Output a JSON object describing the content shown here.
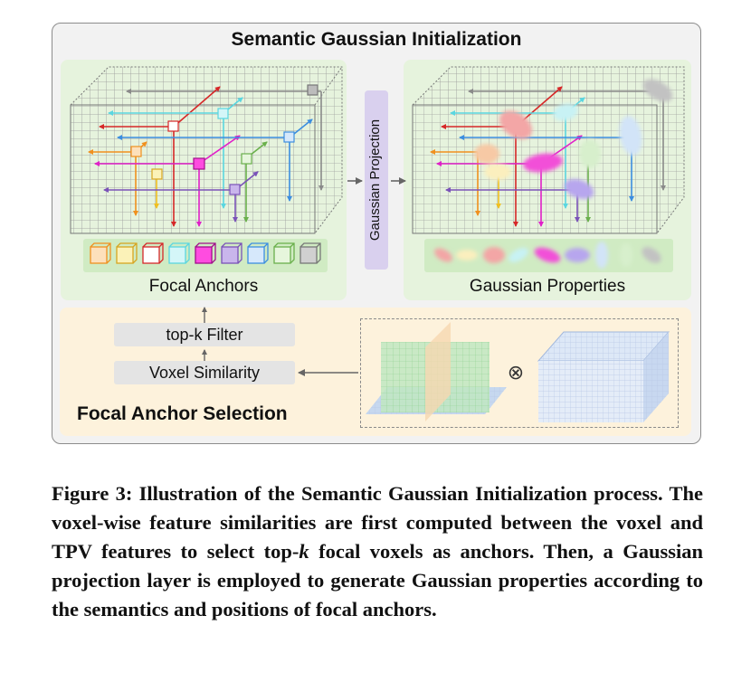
{
  "figure": {
    "title": "Semantic Gaussian Initialization",
    "left_panel_label": "Focal Anchors",
    "right_panel_label": "Gaussian Properties",
    "projection_label": "Gaussian Projection",
    "filter_label": "top-k Filter",
    "similarity_label": "Voxel Similarity",
    "selection_title": "Focal Anchor Selection",
    "otimes_symbol": "⊗"
  },
  "colors": {
    "red": "#d62728",
    "cyan": "#5ad6e0",
    "orange": "#f0901e",
    "magenta": "#e020c8",
    "green": "#6ab04c",
    "purple": "#7a52b8",
    "blue": "#3c8ee0",
    "gray": "#8a8a8a",
    "yellow": "#f5e25a",
    "pink": "#f4a6a6"
  },
  "caption": {
    "prefix": "Figure 3: Illustration of the Semantic Gaussian Initialization process. The voxel-wise feature similarities are first computed between the voxel and TPV features to select top-",
    "k": "k",
    "suffix": " focal voxels as anchors. Then, a Gaussian projection layer is employed to generate Gaussian properties according to the semantics and positions of focal anchors."
  }
}
